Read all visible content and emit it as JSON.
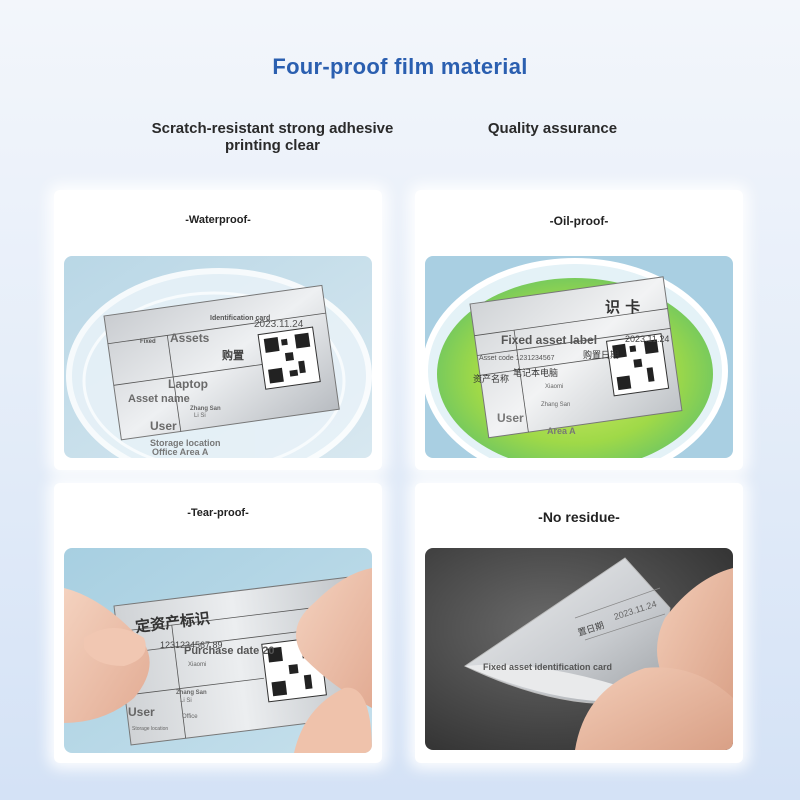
{
  "header": {
    "title": "Four-proof film material",
    "subtitle_left": "Scratch-resistant strong adhesive printing clear",
    "subtitle_right": "Quality assurance"
  },
  "panels": {
    "waterproof": {
      "label": "-Waterproof-",
      "card_texts": {
        "fixed": "Fixed",
        "id_card": "Identification card",
        "assets": "Assets",
        "laptop": "Laptop",
        "asset_name": "Asset name",
        "zhang": "Zhang San",
        "lisi": "Li Si",
        "user": "User",
        "storage": "Storage location",
        "office": "Office Area A",
        "date": "2023.11.24",
        "purchase_cn": "购置"
      }
    },
    "oilproof": {
      "label": "-Oil-proof-",
      "card_texts": {
        "title_cn": "识 卡",
        "fixed_asset_label": "Fixed asset label",
        "asset_code": "Asset code 1231234567",
        "purchase_date_cn": "购置日期",
        "date": "2023.11.24",
        "asset_name_cn": "资产名称",
        "laptop_cn": "笔记本电脑",
        "xiaomi": "Xiaomi",
        "zhang": "Zhang San",
        "user": "User",
        "office": "Area A"
      }
    },
    "tearproof": {
      "label": "-Tear-proof-",
      "card_texts": {
        "title_cn": "定资产标识",
        "code": "1231234567 89",
        "purchase": "Purchase date 20",
        "xiaomi": "Xiaomi",
        "zhang": "Zhang San",
        "lisi": "Li Si",
        "user": "User",
        "office": "Office",
        "storage": "Storage location"
      }
    },
    "noresidue": {
      "label": "-No residue-",
      "card_texts": {
        "fixed_id": "Fixed asset identification card",
        "date": "2023.11.24",
        "purchase_cn": "置日期"
      }
    }
  }
}
